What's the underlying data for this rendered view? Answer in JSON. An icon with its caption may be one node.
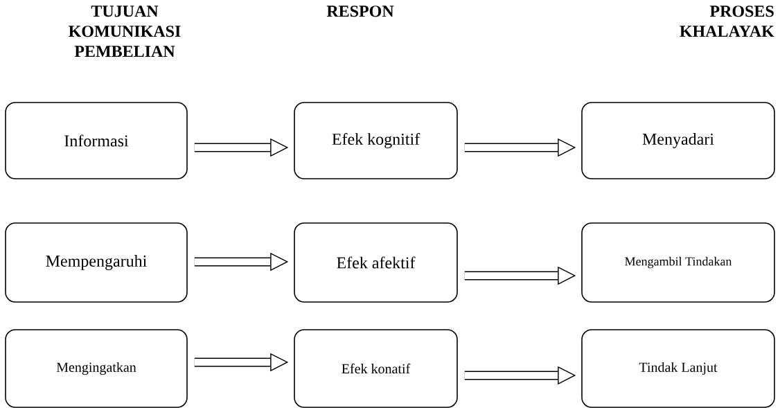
{
  "diagram": {
    "nodes": [
      {
        "text": [
          "Informasi"
        ]
      },
      {
        "text": [
          "Efek kognitif"
        ]
      },
      {
        "text": [
          "Menyadari"
        ]
      },
      {
        "text": [
          "Mempengaruhi"
        ]
      },
      {
        "text": [
          "Efek afektif"
        ]
      },
      {
        "text": [
          "Mengambil Tindakan"
        ]
      },
      {
        "text": [
          "Mengingatkan"
        ]
      },
      {
        "text": [
          "Efek konatif"
        ]
      },
      {
        "text": [
          "Tindak Lanjut"
        ]
      }
    ],
    "edges": [
      {
        "from": 0,
        "to": 1,
        "arrow": "to"
      },
      {
        "from": 1,
        "to": 2,
        "arrow": "to"
      },
      {
        "from": 3,
        "to": 4,
        "arrow": "to"
      },
      {
        "from": 4,
        "to": 5,
        "arrow": "to"
      },
      {
        "from": 6,
        "to": 7,
        "arrow": "to"
      },
      {
        "from": 7,
        "to": 8,
        "arrow": "to"
      }
    ],
    "labels": [
      "TUJUAN KOMUNIKASI PEMBELIAN",
      "RESPON",
      "PROSES KHALAYAK"
    ]
  }
}
